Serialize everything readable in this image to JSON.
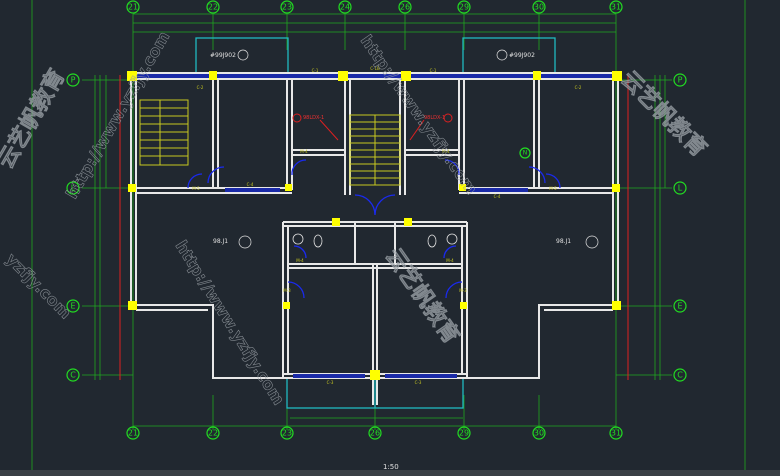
{
  "drawing": {
    "scale_label": "1:50",
    "axes_top": [
      "21",
      "22",
      "23",
      "24",
      "26",
      "29",
      "30",
      "31"
    ],
    "axes_bottom": [
      "21",
      "22",
      "23",
      "26",
      "29",
      "30",
      "31"
    ],
    "axes_left": [
      "P",
      "L",
      "E",
      "C"
    ],
    "axes_right": [
      "P",
      "L",
      "E",
      "C"
    ],
    "balcony_ref_left": "#99J902",
    "balcony_ref_right": "#99J902",
    "room_label_left": "98.J1",
    "room_label_right": "98.J1",
    "red_tag_left": "98LDX-1",
    "red_tag_right": "98LDX-1",
    "north_mark": "N",
    "window_labels": [
      "C-2",
      "C-1",
      "C-1B",
      "C-1",
      "C-2",
      "C-4",
      "C-4",
      "C-3",
      "C-3"
    ],
    "door_labels": [
      "M-5",
      "M-4",
      "M-4",
      "M-5",
      "M-4",
      "M-4",
      "M-3",
      "M-3"
    ]
  },
  "watermarks": [
    "http://www.yzfjy.com",
    "云艺帆教育",
    "http://www.yzfjy.com",
    "云艺帆教育",
    "yzfjy.com"
  ],
  "colors": {
    "background": "#212830",
    "wall": "#e8e8e8",
    "column": "#ffff00",
    "axis": "#22dd22",
    "window": "#1a2aa8",
    "annotation": "#ee3030"
  }
}
